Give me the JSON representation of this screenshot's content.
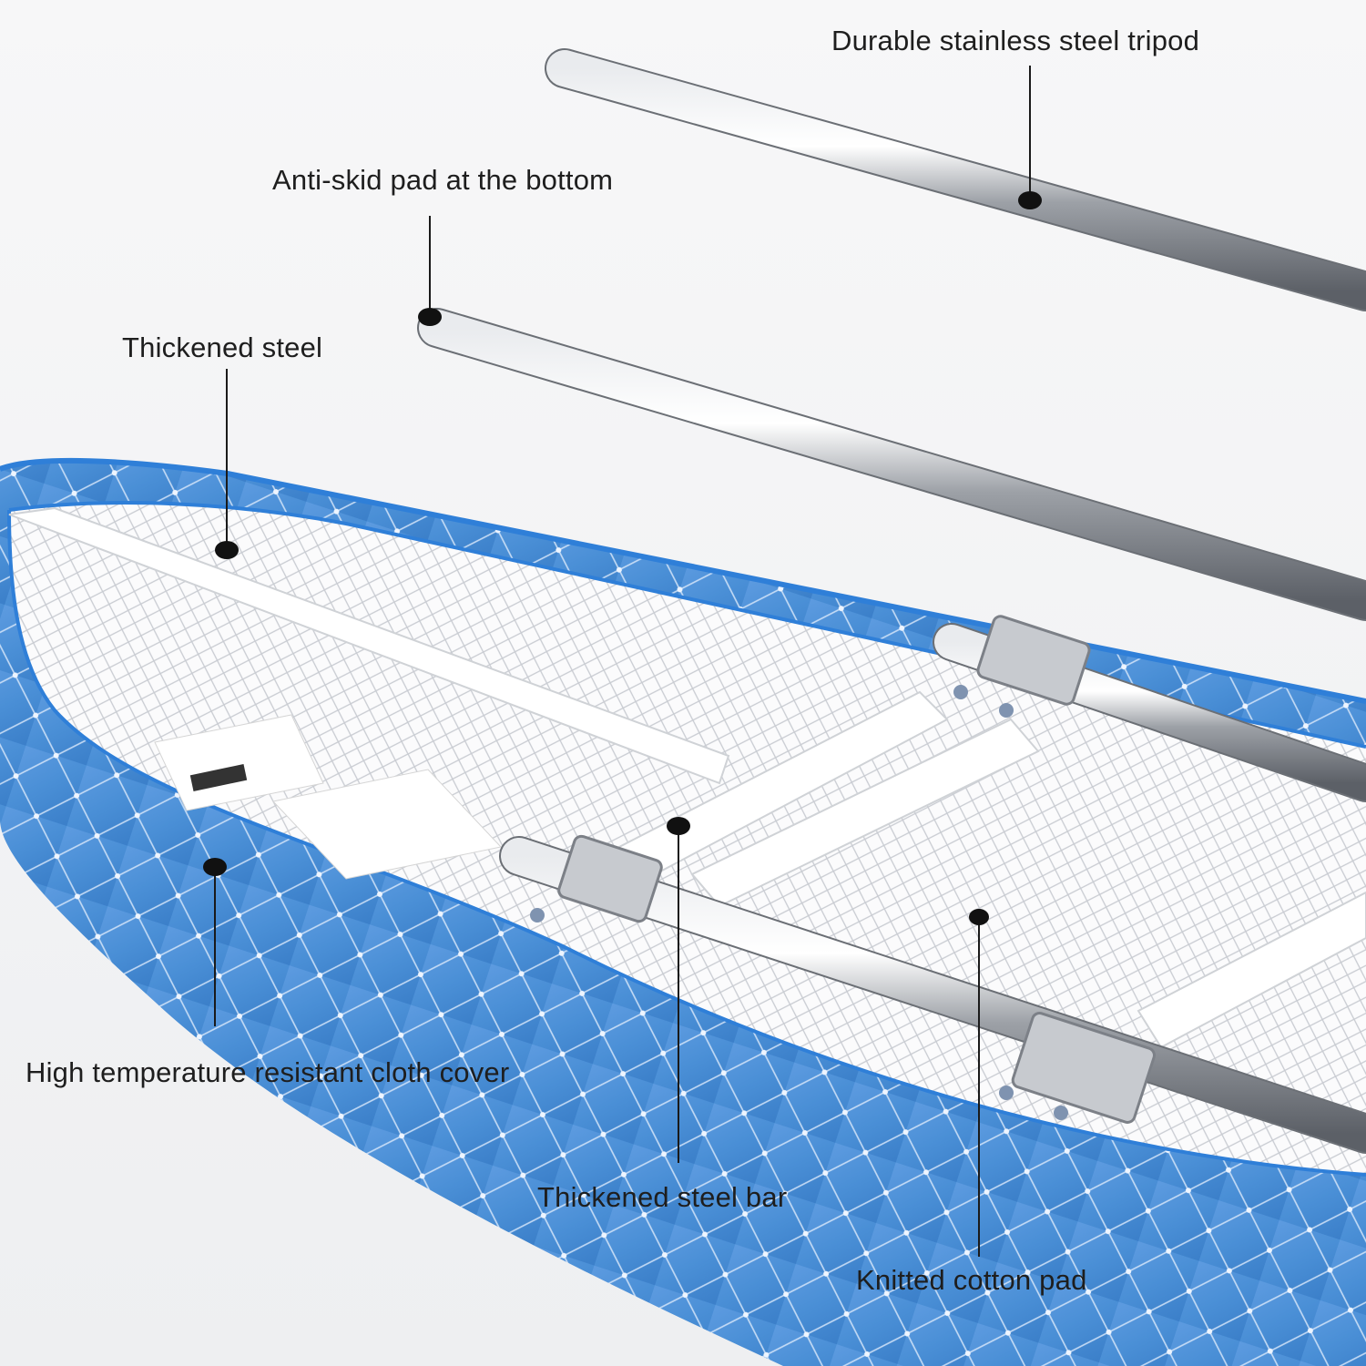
{
  "callouts": {
    "tripod": "Durable stainless steel tripod",
    "antiskid": "Anti-skid pad at the bottom",
    "thick_steel": "Thickened steel",
    "cloth_cover": "High temperature resistant cloth cover",
    "steel_bar": "Thickened steel bar",
    "cotton_pad": "Knitted cotton pad"
  },
  "colors": {
    "cover_blue": "#4a8fd6",
    "cover_trim": "#2f7fd8",
    "mesh": "#ffffff",
    "steel": "#b9bcc0",
    "leader": "#1a1a1a"
  }
}
